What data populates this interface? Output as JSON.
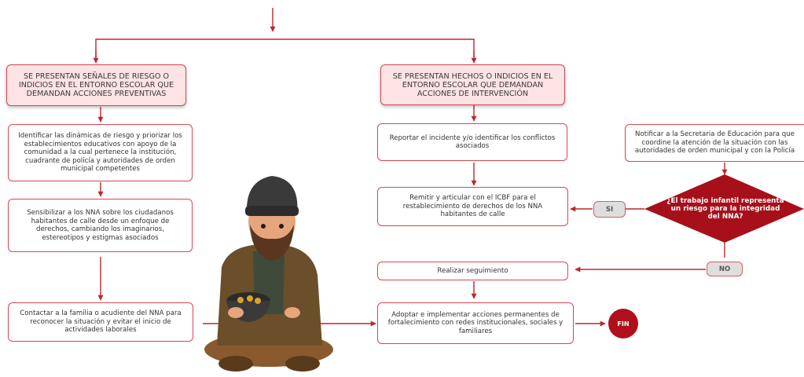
{
  "colors": {
    "line": "#c0252e",
    "box_border": "#d9454f",
    "head_fill": "#fde3e4",
    "diamond": "#a7101a",
    "fin": "#b0101c",
    "pill_fill": "#dedede"
  },
  "left": {
    "header": "SE PRESENTAN SEÑALES DE RIESGO O INDICIOS EN EL ENTORNO ESCOLAR QUE DEMANDAN ACCIONES PREVENTIVAS",
    "step1": "Identificar las dinámicas de riesgo y priorizar los establecimientos educativos con apoyo de la comunidad a la cual pertenece la institución, cuadrante de policía y autoridades de orden municipal competentes",
    "step2": "Sensibilizar a los NNA sobre los ciudadanos habitantes de calle desde un enfoque de derechos, cambiando los imaginarios, estereotipos y estigmas asociados",
    "step3": "Contactar a la familia o acudiente del NNA para reconocer la situación y evitar el inicio de actividades laborales"
  },
  "right": {
    "header": "SE PRESENTAN HECHOS O INDICIOS EN EL ENTORNO ESCOLAR QUE DEMANDAN ACCIONES DE INTERVENCIÓN",
    "step1": "Reportar el incidente y/o identificar los conflictos asociados",
    "step2": "Remitir y articular con el ICBF para el restablecimiento de derechos de los NNA habitantes de calle",
    "step3": "Realizar seguimiento",
    "step4": "Adoptar e implementar acciones permanentes de fortalecimiento con redes institucionales, sociales y familiares"
  },
  "notify": "Notificar a la Secretaria de Educación para que coordine la atención de la situación con las autoridades de orden municipal y con la Policía",
  "decision": "¿El trabajo infantil representa un riesgo para la integridad del NNA?",
  "yes_label": "SI",
  "no_label": "NO",
  "end_label": "FIN",
  "illustration_icon": "homeless-man-with-bowl-icon"
}
